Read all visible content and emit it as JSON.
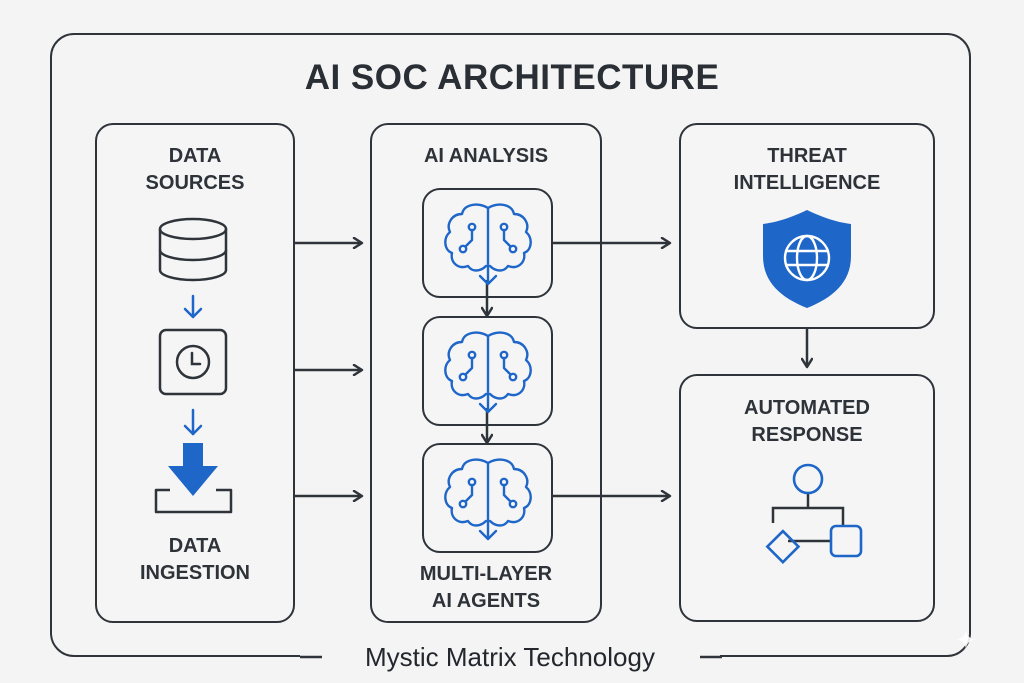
{
  "title": "AI SOC ARCHITECTURE",
  "columns": {
    "data": {
      "top_label_line1": "DATA",
      "top_label_line2": "SOURCES",
      "bottom_label_line1": "DATA",
      "bottom_label_line2": "INGESTION",
      "icons": [
        "database-icon",
        "clock-icon",
        "download-tray-icon"
      ]
    },
    "analysis": {
      "top_label": "AI ANALYSIS",
      "bottom_label_line1": "MULTI-LAYER",
      "bottom_label_line2": "AI AGENTS",
      "agents": [
        "brain-circuit-icon",
        "brain-circuit-icon",
        "brain-circuit-icon"
      ]
    },
    "threat": {
      "label_line1": "THREAT",
      "label_line2": "INTELLIGENCE",
      "icon": "shield-globe-icon"
    },
    "response": {
      "label_line1": "AUTOMATED",
      "label_line2": "RESPONSE",
      "icon": "workflow-icon"
    }
  },
  "footer": "Mystic Matrix Technology",
  "colors": {
    "accent": "#1f66c9",
    "stroke": "#2f343b",
    "background": "#f4f4f4"
  }
}
